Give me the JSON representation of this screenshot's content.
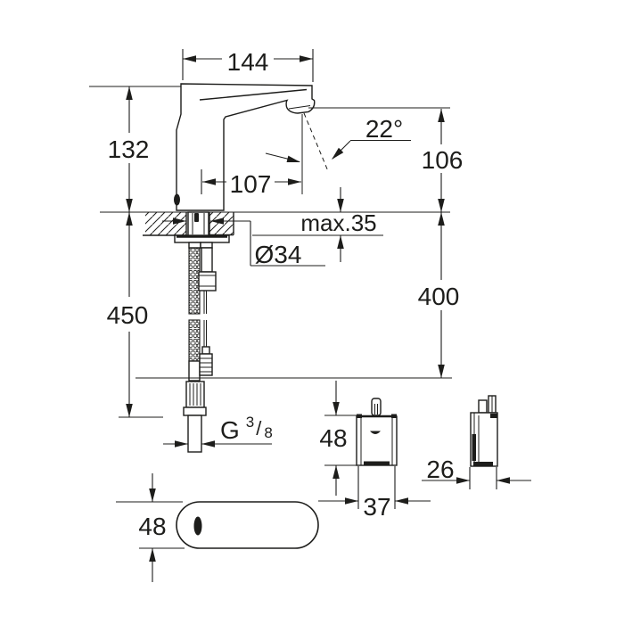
{
  "drawing": {
    "kind": "faucet-installation-dimension-drawing",
    "colors": {
      "line": "#1d1d1b",
      "background": "#ffffff"
    },
    "labels": {
      "overall_width": "144",
      "body_height": "132",
      "aerator_reach": "107",
      "spray_angle": "22°",
      "outlet_height": "106",
      "deck_thickness": "max.35",
      "hole_diameter": "Ø34",
      "hose_drop": "450",
      "connection_drop": "400",
      "thread": {
        "prefix": "G",
        "numerator": "3",
        "slash": "/",
        "denominator": "8"
      },
      "base_depth": "48",
      "box_height": "48",
      "box_width": "37",
      "box_depth": "26"
    }
  }
}
